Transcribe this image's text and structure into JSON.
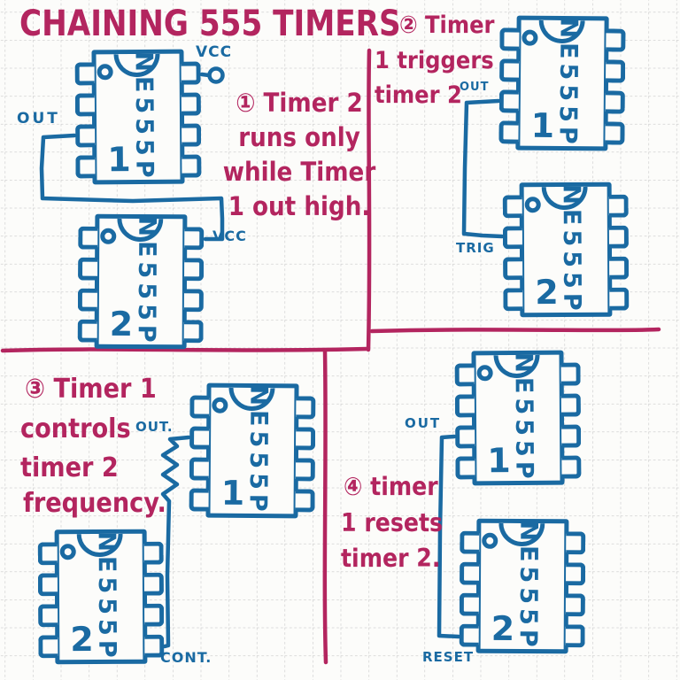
{
  "title": "CHAINING 555 TIMERS",
  "colors": {
    "ink_blue": "#1a6aa2",
    "ink_magenta": "#b3255f",
    "grid_line": "#c9c9c9",
    "paper": "#fcfcfa"
  },
  "panels": [
    {
      "note_lines": [
        "① Timer 2",
        "runs only",
        "while Timer",
        "1 out high."
      ],
      "labels": {
        "vcc_top": "VCC",
        "out": "OUT",
        "vcc_bottom": "VCC"
      },
      "chips": [
        {
          "part": "NE555P",
          "number": "1"
        },
        {
          "part": "NE555P",
          "number": "2"
        }
      ]
    },
    {
      "note_lines": [
        "② Timer",
        "1 triggers",
        "timer 2"
      ],
      "labels": {
        "out": "OUT",
        "trig": "TRIG"
      },
      "chips": [
        {
          "part": "NE555P",
          "number": "1"
        },
        {
          "part": "NE555P",
          "number": "2"
        }
      ]
    },
    {
      "note_lines": [
        "③ Timer 1",
        "controls",
        "timer 2",
        "frequency."
      ],
      "labels": {
        "out": "OUT.",
        "cont": "CONT."
      },
      "chips": [
        {
          "part": "NE555P",
          "number": "1"
        },
        {
          "part": "NE555P",
          "number": "2"
        }
      ]
    },
    {
      "note_lines": [
        "④ timer",
        "1 resets",
        "timer 2."
      ],
      "labels": {
        "out": "OUT",
        "reset": "RESET"
      },
      "chips": [
        {
          "part": "NE555P",
          "number": "1"
        },
        {
          "part": "NE555P",
          "number": "2"
        }
      ]
    }
  ]
}
